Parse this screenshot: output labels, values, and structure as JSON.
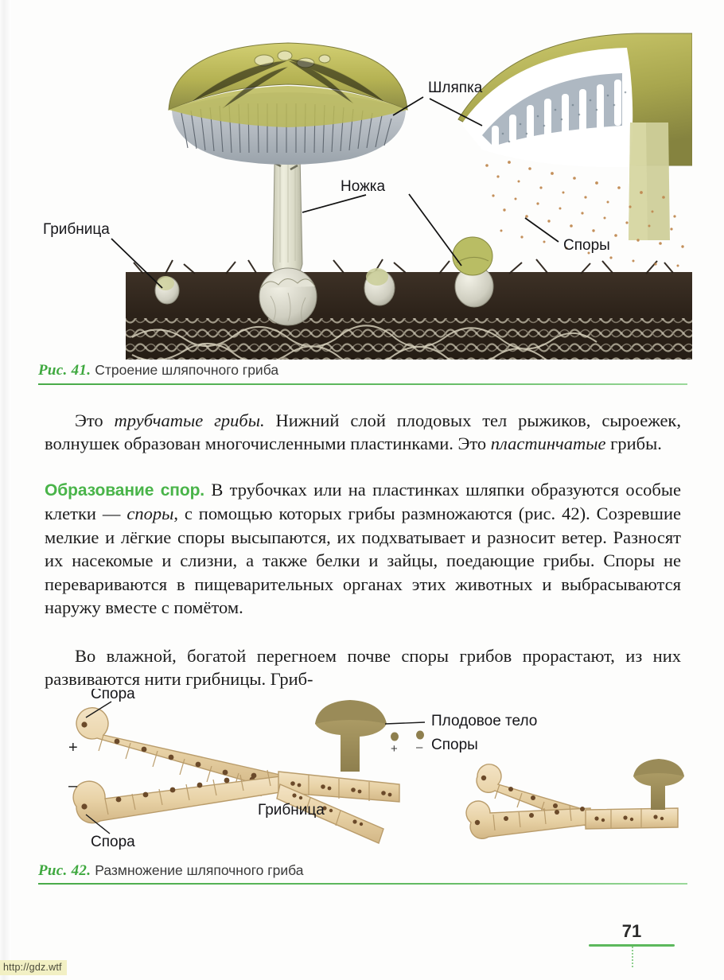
{
  "page": {
    "number": "71",
    "watermark": "http://gdz.wtf"
  },
  "figure41": {
    "caption_number": "Рис. 41.",
    "caption_text": "Строение шляпочного гриба",
    "labels": {
      "cap": "Шляпка",
      "stipe": "Ножка",
      "mycelium": "Грибница",
      "spores": "Споры"
    }
  },
  "figure42": {
    "caption_number": "Рис. 42.",
    "caption_text": "Размножение шляпочного гриба",
    "labels": {
      "spore_top": "Спора",
      "spore_bottom": "Спора",
      "mycelium": "Грибница",
      "fruiting_body": "Плодовое тело",
      "spores": "Споры",
      "plus_sign": "+",
      "minus_sign": "–"
    }
  },
  "text": {
    "para1_a": "Это ",
    "para1_i1": "трубчатые грибы.",
    "para1_b": " Нижний слой плодовых тел рыжиков, сыроежек, волнушек образован многочисленными пластинками. Это ",
    "para1_i2": "пластинчатые",
    "para1_c": " грибы.",
    "run_head": "Образование спор.",
    "para2_a": " В трубочках или на пластинках шляпки образуются особые клетки — ",
    "para2_i1": "споры",
    "para2_b": ", с помощью которых грибы размножаются (рис. 42). Созревшие мелкие и лёгкие споры высыпаются, их подхватывает и разносит ветер. Разносят их насекомые и слизни, а также белки и зайцы, поедающие грибы. Споры не перевариваются в пищеварительных органах этих животных и выбрасываются наружу вместе с помётом.",
    "para3": "Во влажной, богатой перегноем почве споры грибов прорастают, из них развиваются нити грибницы. Гриб-"
  },
  "colors": {
    "accent_green": "#49b449",
    "caption_green": "#3ea83e",
    "rule_green": "#5cb85c",
    "text_dark": "#1c1c1c",
    "cap_olive": "#b9b863",
    "stipe_cream": "#e8e7d6",
    "soil_dark": "#3a2d22",
    "hypha_tan": "#e8d2a8",
    "spore_brown": "#6b4a2a"
  }
}
